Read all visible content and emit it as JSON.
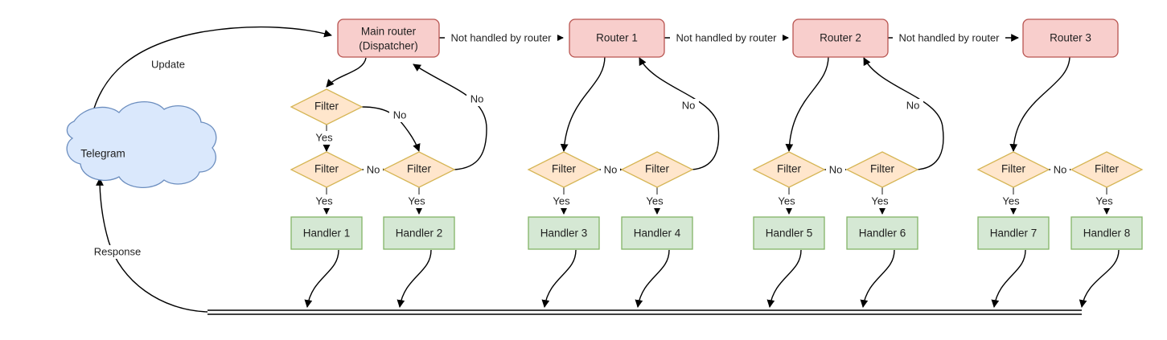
{
  "diagram": {
    "title": "Telegram bot update routing flow",
    "colors": {
      "router_fill": "#f8cecc",
      "router_stroke": "#b85450",
      "filter_fill": "#ffe6cc",
      "filter_stroke": "#d6b656",
      "handler_fill": "#d5e8d4",
      "handler_stroke": "#82b366",
      "cloud_fill": "#dae8fc",
      "cloud_stroke": "#6c8ebf",
      "edge": "#000000",
      "text": "#1f1f1f",
      "background": "#ffffff"
    },
    "source": {
      "name": "telegram-cloud",
      "label": "Telegram"
    },
    "routers": [
      {
        "name": "main-router",
        "line1": "Main router",
        "line2": "(Dispatcher)"
      },
      {
        "name": "router-1",
        "line1": "Router 1",
        "line2": ""
      },
      {
        "name": "router-2",
        "line1": "Router 2",
        "line2": ""
      },
      {
        "name": "router-3",
        "line1": "Router 3",
        "line2": ""
      }
    ],
    "filters": [
      {
        "name": "filter-top-main",
        "label": "Filter"
      },
      {
        "name": "filter-main-a",
        "label": "Filter"
      },
      {
        "name": "filter-main-b",
        "label": "Filter"
      },
      {
        "name": "filter-r1-a",
        "label": "Filter"
      },
      {
        "name": "filter-r1-b",
        "label": "Filter"
      },
      {
        "name": "filter-r2-a",
        "label": "Filter"
      },
      {
        "name": "filter-r2-b",
        "label": "Filter"
      },
      {
        "name": "filter-r3-a",
        "label": "Filter"
      },
      {
        "name": "filter-r3-b",
        "label": "Filter"
      }
    ],
    "handlers": [
      {
        "name": "handler-1",
        "label": "Handler 1"
      },
      {
        "name": "handler-2",
        "label": "Handler 2"
      },
      {
        "name": "handler-3",
        "label": "Handler 3"
      },
      {
        "name": "handler-4",
        "label": "Handler 4"
      },
      {
        "name": "handler-5",
        "label": "Handler 5"
      },
      {
        "name": "handler-6",
        "label": "Handler 6"
      },
      {
        "name": "handler-7",
        "label": "Handler 7"
      },
      {
        "name": "handler-8",
        "label": "Handler 8"
      }
    ],
    "edge_labels": {
      "update": "Update",
      "response": "Response",
      "not_handled": "Not handled by router",
      "yes": "Yes",
      "no": "No"
    },
    "not_handled_labels": [
      "Not handled by router",
      "Not handled by router",
      "Not handled by router"
    ],
    "yes_labels": [
      "Yes",
      "Yes",
      "Yes",
      "Yes",
      "Yes",
      "Yes",
      "Yes",
      "Yes"
    ],
    "no_labels_inline": [
      "No",
      "No",
      "No",
      "No"
    ],
    "no_labels_return": [
      "No",
      "No",
      "No"
    ],
    "no_label_first_filter": "No"
  }
}
